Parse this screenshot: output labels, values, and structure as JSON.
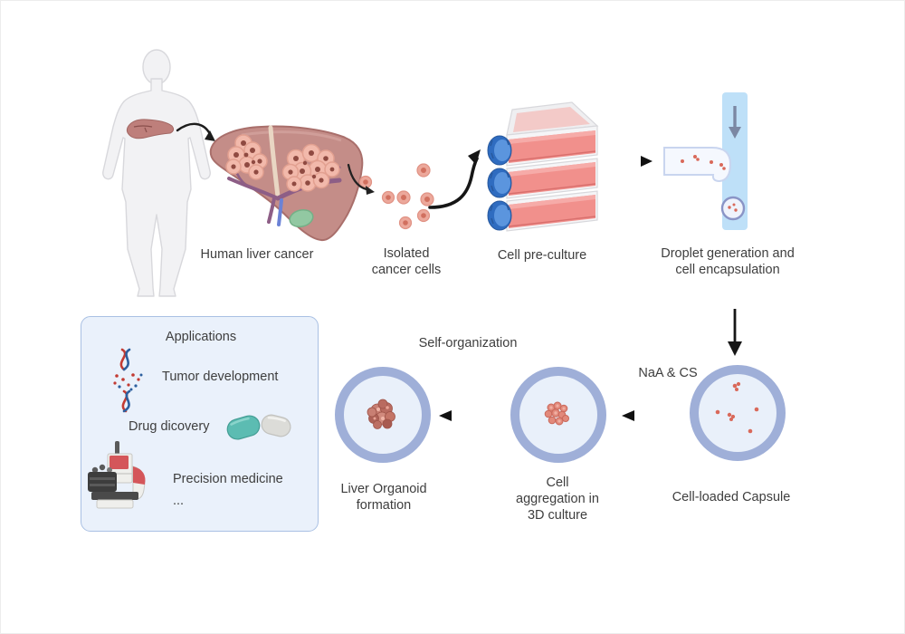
{
  "steps": {
    "human_liver_cancer": "Human liver cancer",
    "isolated_cancer_cells": "Isolated\ncancer cells",
    "cell_pre_culture": "Cell pre-culture",
    "droplet_generation": "Droplet generation and\ncell encapsulation",
    "naa_cs": "NaA & CS",
    "cell_loaded_capsule": "Cell-loaded Capsule",
    "cell_aggregation": "Cell\naggregation in\n3D culture",
    "self_organization": "Self-organization",
    "liver_organoid": "Liver Organoid\nformation"
  },
  "applications": {
    "title": "Applications",
    "items": [
      "Tumor development",
      "Drug dicovery",
      "Precision medicine",
      "..."
    ]
  },
  "icons": {
    "human_body": "human-body-silhouette",
    "cancer_liver": "liver-with-tumor-nodules",
    "cancer_cells": "scattered-cancer-cells",
    "culture_flasks": "stacked-culture-flasks",
    "microfluidic_chip": "t-junction-droplet-generator",
    "capsule": "hydrogel-capsule",
    "dna": "dna-double-helix",
    "pills": "drug-capsules",
    "instrument": "lab-instrument",
    "arrows": "flow-arrows"
  },
  "colors": {
    "text": "#3E3E3E",
    "arrow": "#1A1A1A",
    "capsule_ring": "#9FAFD8",
    "capsule_fill": "#E9F0FA",
    "channel_blue": "#BEE0F8",
    "droplet_ring": "#8A94C6",
    "cell_pink": "#ECA89B",
    "cell_core": "#D1705F",
    "media_pink": "#F1908C",
    "flask_cap_blue": "#2F6CC0",
    "liver": "#C48D88",
    "tumor_cell": "#F2B9AB",
    "apps_box_fill": "#EAF1FB",
    "apps_box_border": "#A9C0E3",
    "pill_teal": "#5CBCB2",
    "pill_gray": "#DCDCD8",
    "dna_red": "#C23B33",
    "dna_blue": "#2C5F9E"
  }
}
